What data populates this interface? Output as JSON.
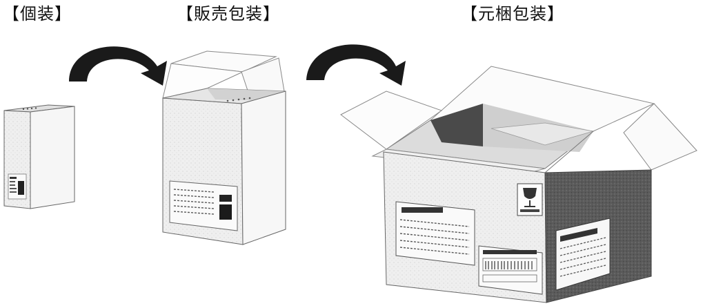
{
  "labels": {
    "individual": "【個装】",
    "retail": "【販売包装】",
    "master_carton": "【元梱包装】"
  },
  "colors": {
    "arrow": "#1a1a1a",
    "box_light": "#f3f3f3",
    "box_mid": "#d9d9d9",
    "box_dark": "#5a5a5a",
    "stroke": "#444444"
  },
  "icons": [
    "curved-arrow-icon",
    "fragile-glass-icon",
    "barcode-icon"
  ]
}
